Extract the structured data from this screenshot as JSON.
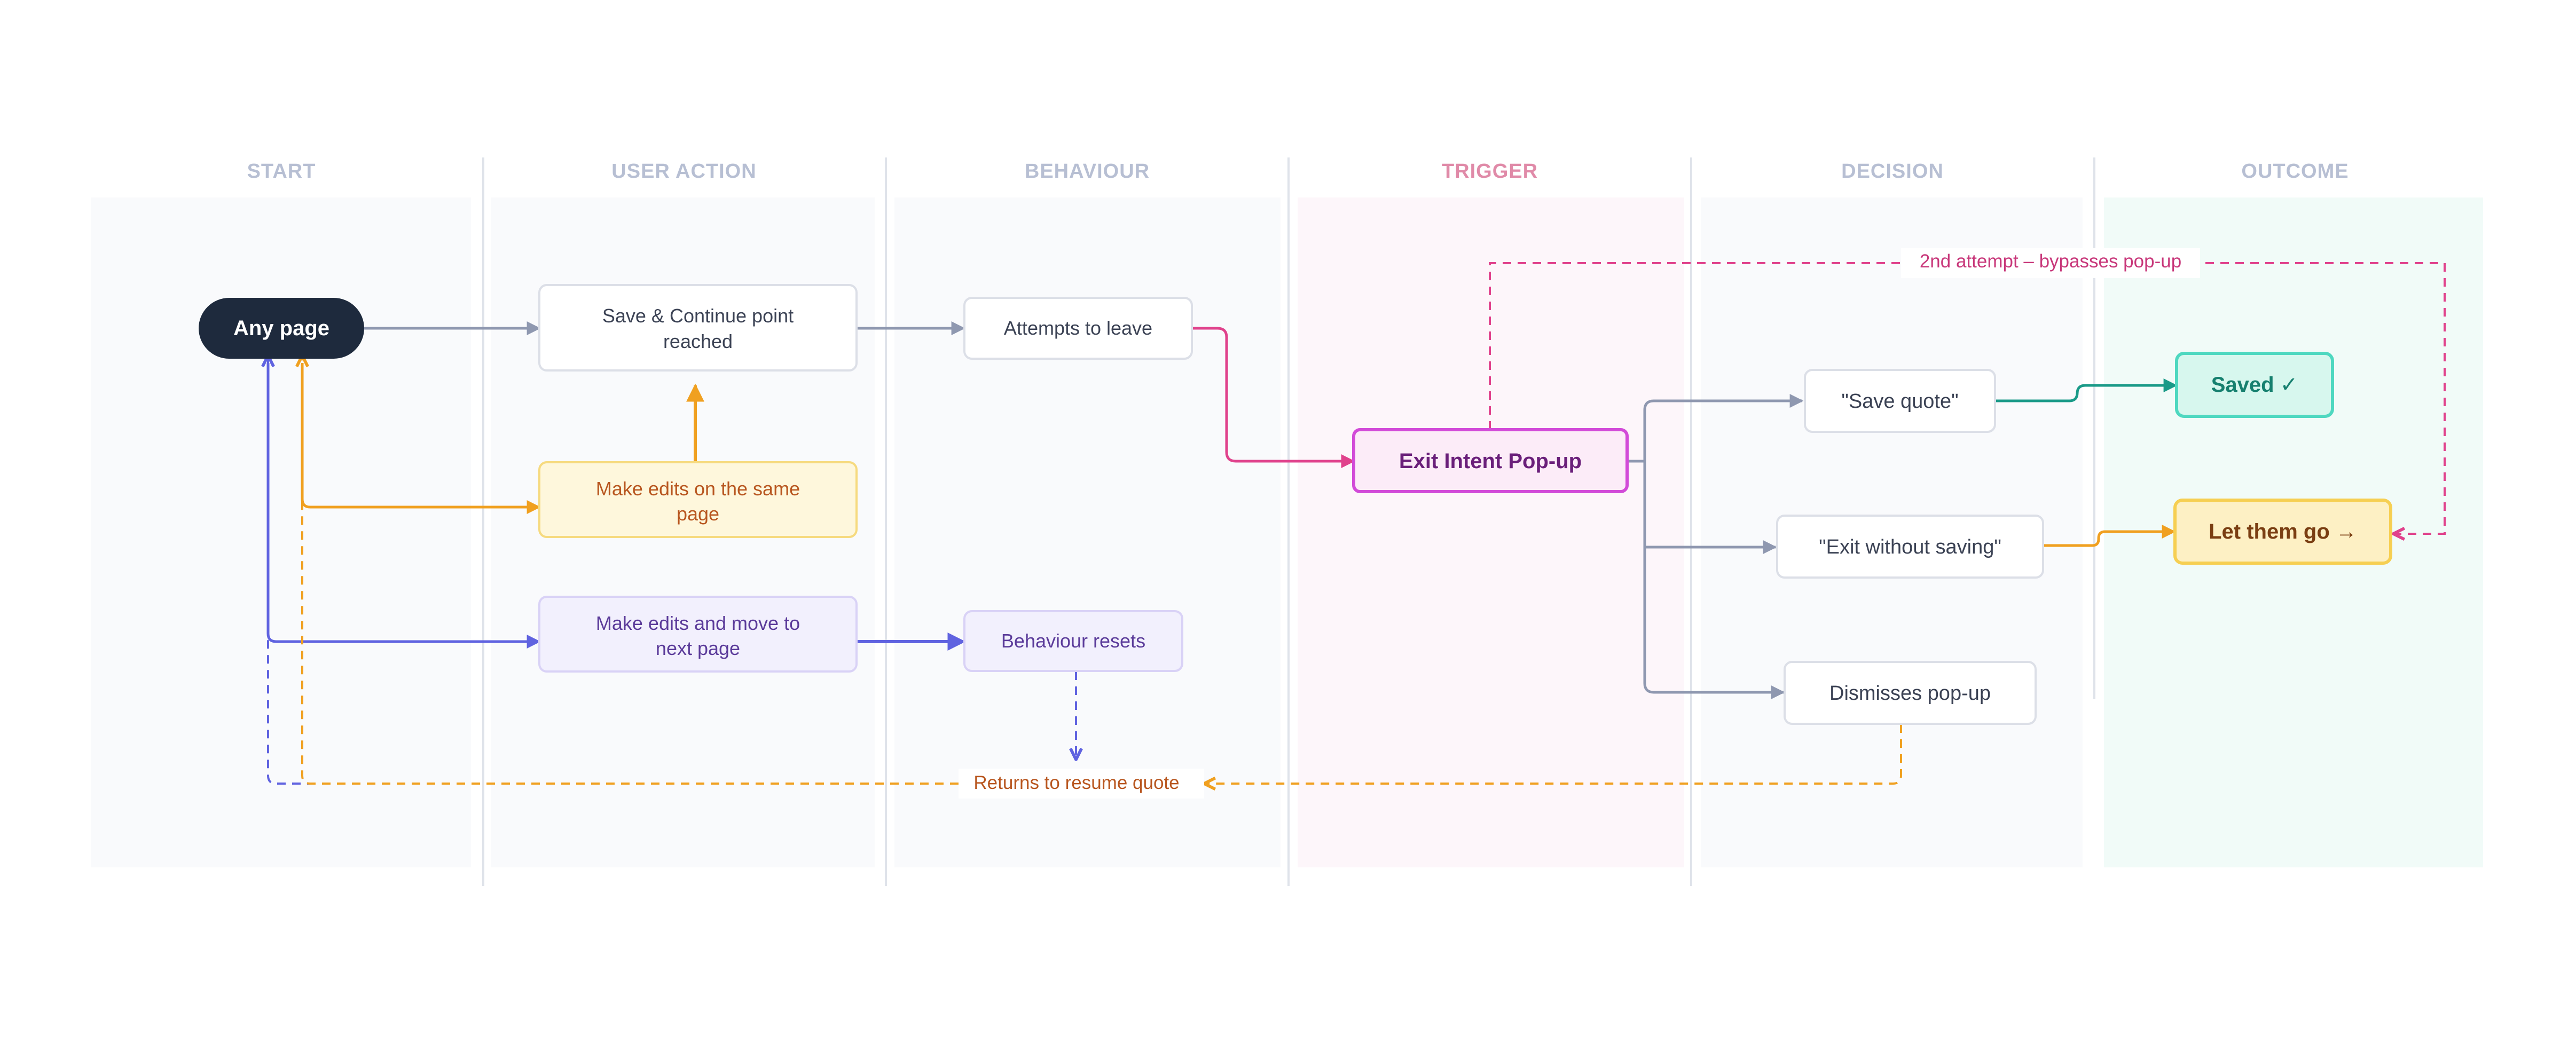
{
  "lanes": {
    "start": "START",
    "user_action": "USER ACTION",
    "behaviour": "BEHAVIOUR",
    "trigger": "TRIGGER",
    "decision": "DECISION",
    "outcome": "OUTCOME"
  },
  "nodes": {
    "any_page": "Any page",
    "save_continue_line1": "Save & Continue point",
    "save_continue_line2": "reached",
    "attempts_to_leave": "Attempts to leave",
    "make_edits_same_line1": "Make edits on the same",
    "make_edits_same_line2": "page",
    "make_edits_next_line1": "Make edits and move to",
    "make_edits_next_line2": "next page",
    "behaviour_resets": "Behaviour resets",
    "exit_intent_popup": "Exit Intent Pop-up",
    "save_quote": "\"Save quote\"",
    "exit_without_saving": "\"Exit without saving\"",
    "dismisses_popup": "Dismisses pop-up",
    "saved": "Saved ✓",
    "let_them_go": "Let them go →"
  },
  "labels": {
    "second_attempt": "2nd attempt – bypasses pop-up",
    "returns_to_resume": "Returns to resume quote"
  },
  "colors": {
    "lane_header": "#b7bfd3",
    "trigger_header": "#e08aa8",
    "neutral_line": "#8f98b0",
    "pink": "#e0428c",
    "magenta": "#d24bd8",
    "orange": "#f0a020",
    "indigo": "#6063e0",
    "teal": "#1a9a88",
    "dark_node": "#1e2a3d"
  }
}
